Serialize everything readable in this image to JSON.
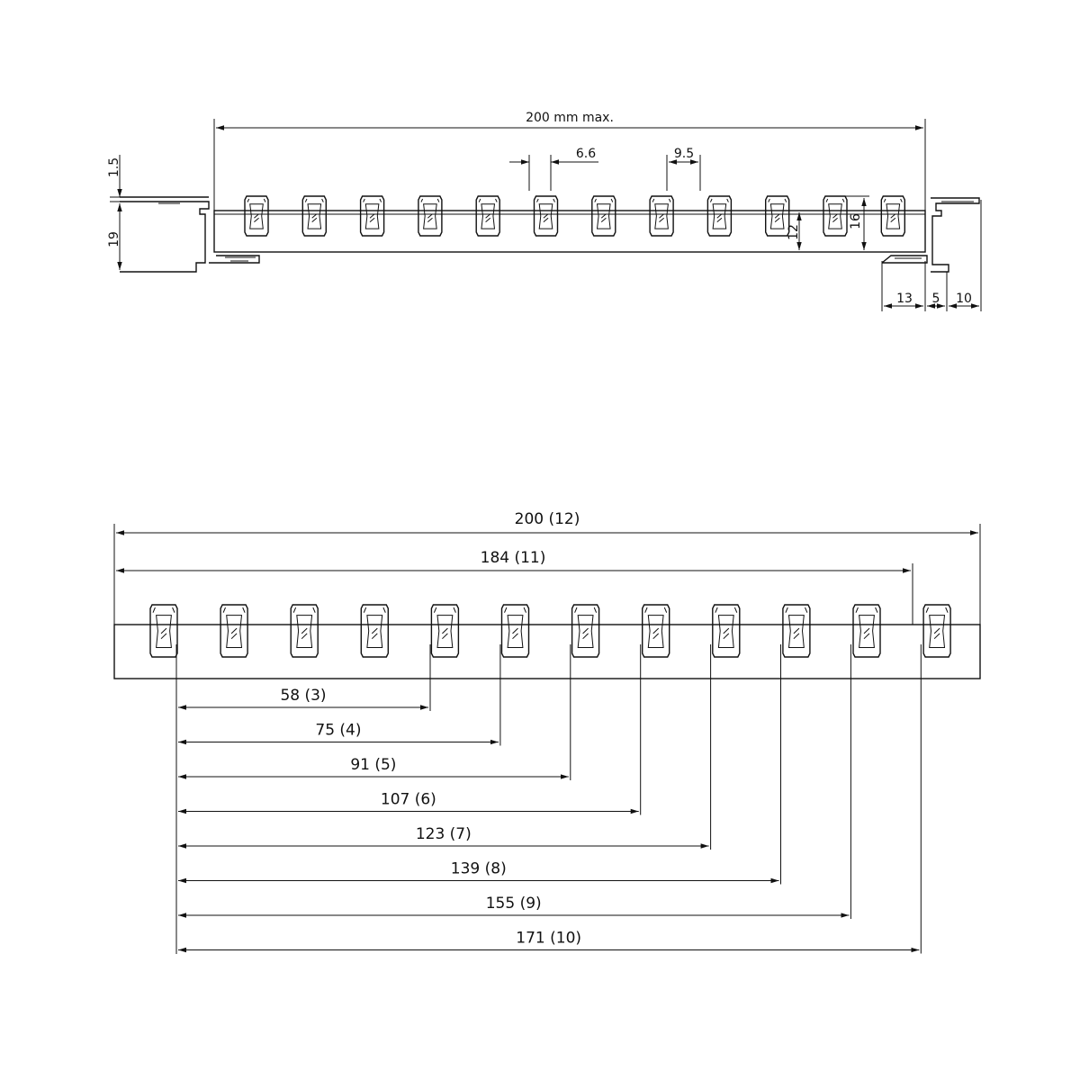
{
  "top_view": {
    "overall_label": "200 mm max.",
    "pitch_label": "9.5",
    "clip_width_label": "6.6",
    "flange_height_label": "1.5",
    "profile_height_label": "19",
    "clip_height_label": "16",
    "rail_height_label": "12",
    "bottom_dims": [
      "13",
      "5",
      "10"
    ]
  },
  "bottom_view": {
    "top_dims": [
      "200 (12)",
      "184 (11)"
    ],
    "dims": [
      "58 (3)",
      "75 (4)",
      "91 (5)",
      "107 (6)",
      "123 (7)",
      "139 (8)",
      "155 (9)",
      "171 (10)"
    ]
  },
  "colors": {
    "ink": "#111111",
    "paper": "#ffffff"
  }
}
